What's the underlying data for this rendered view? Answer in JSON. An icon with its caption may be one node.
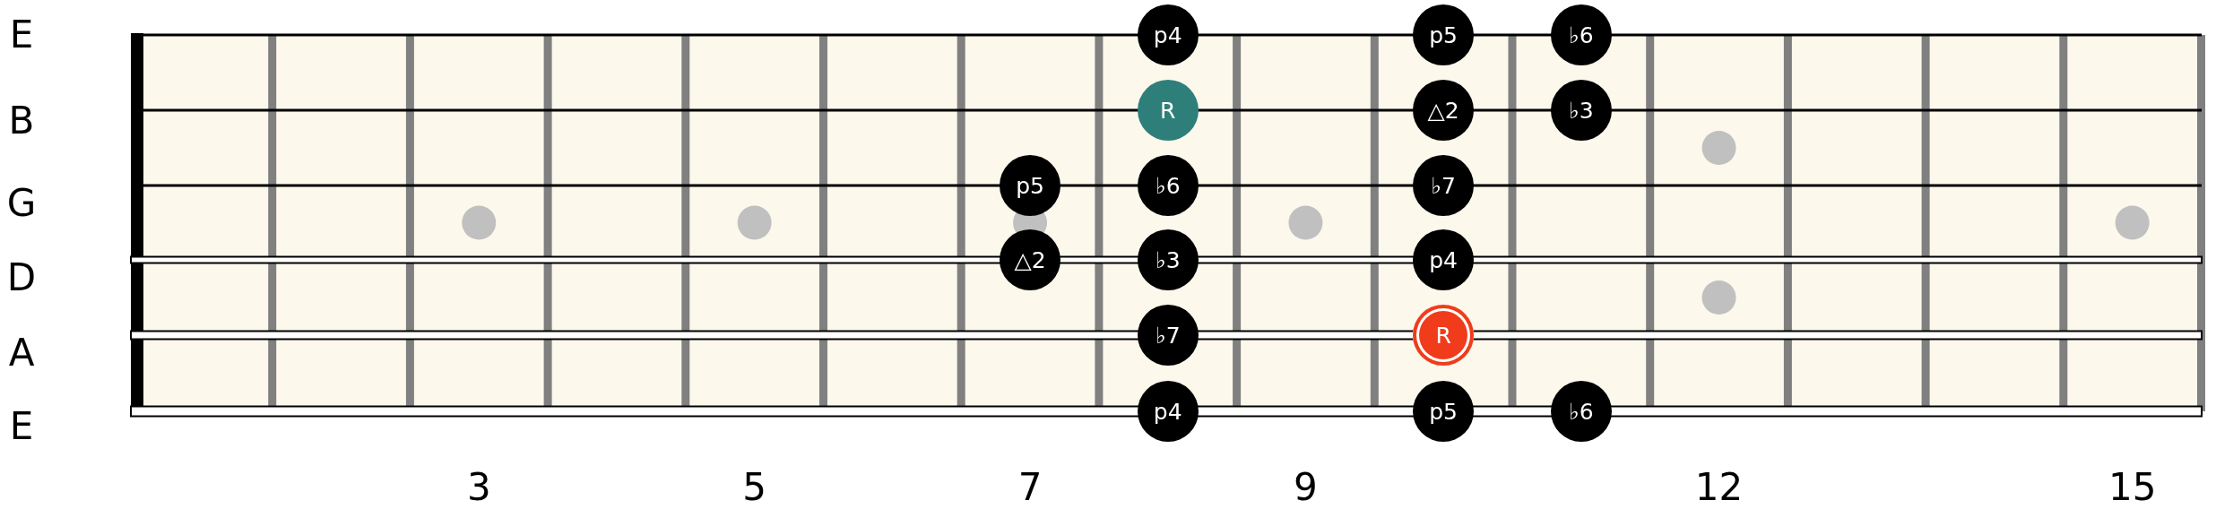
{
  "diagram": {
    "nodes": [
      {
        "text": [
          "p4"
        ]
      },
      {
        "text": [
          "p5"
        ]
      },
      {
        "text": [
          "♭6"
        ]
      },
      {
        "text": [
          "R"
        ]
      },
      {
        "text": [
          "△2"
        ]
      },
      {
        "text": [
          "♭3"
        ]
      },
      {
        "text": [
          "p5"
        ]
      },
      {
        "text": [
          "♭6"
        ]
      },
      {
        "text": [
          "♭7"
        ]
      },
      {
        "text": [
          "△2"
        ]
      },
      {
        "text": [
          "♭3"
        ]
      },
      {
        "text": [
          "p4"
        ]
      },
      {
        "text": [
          "♭7"
        ]
      },
      {
        "text": [
          "R"
        ]
      },
      {
        "text": [
          "p4"
        ]
      },
      {
        "text": [
          "p5"
        ]
      },
      {
        "text": [
          "♭6"
        ]
      }
    ],
    "labels": [
      "E",
      "B",
      "G",
      "D",
      "A",
      "E",
      "3",
      "5",
      "7",
      "9",
      "12",
      "15"
    ]
  }
}
